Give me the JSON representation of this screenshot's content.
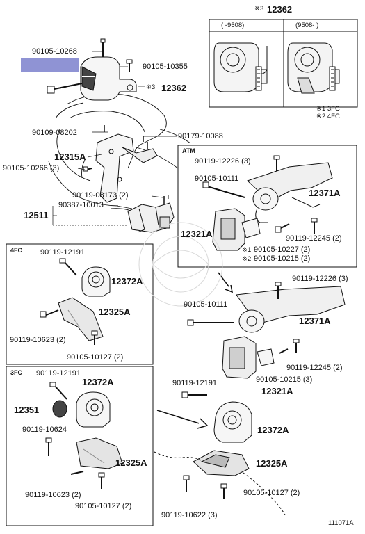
{
  "colors": {
    "highlight": "#8f93d4",
    "line": "#111111"
  },
  "inset": {
    "title_mark": "※3",
    "title_part": "12362",
    "col1": "(    -9508)",
    "col2": "(9508-      )"
  },
  "legend": {
    "line1": "※1 3FC",
    "line2": "※2 4FC"
  },
  "sections": {
    "atm": "ATM",
    "fc4": "4FC",
    "fc3": "3FC"
  },
  "labels": {
    "p90105_10268": "90105-10268",
    "p90105_10355": "90105-10355",
    "p12362_mark": "※3",
    "p12362": "12362",
    "p90109_08202": "90109-08202",
    "p90179_10088": "90179-10088",
    "p12315A": "12315A",
    "p90105_10266": "90105-10266 (3)",
    "p90119_08173": "90119-08173 (2)",
    "p90387_10013": "90387-10013",
    "p12511": "12511",
    "atm_90119_12226": "90119-12226 (3)",
    "atm_90105_10111": "90105-10111",
    "atm_12371A": "12371A",
    "atm_12321A": "12321A",
    "atm_90119_12245": "90119-12245 (2)",
    "atm_90105_10227": "90105-10227 (2)",
    "atm_90105_10215": "90105-10215 (2)",
    "atm_mark1": "※1",
    "atm_mark2": "※2",
    "fc4_90119_12191": "90119-12191",
    "fc4_12372A": "12372A",
    "fc4_12325A": "12325A",
    "fc4_90119_10623": "90119-10623 (2)",
    "fc4_90105_10127": "90105-10127 (2)",
    "fc3_90119_12191": "90119-12191",
    "fc3_12372A": "12372A",
    "fc3_12351": "12351",
    "fc3_90119_10624": "90119-10624",
    "fc3_12325A": "12325A",
    "fc3_90119_10623": "90119-10623 (2)",
    "fc3_90105_10127": "90105-10127 (2)",
    "r_90119_12226": "90119-12226 (3)",
    "r_90105_10111": "90105-10111",
    "r_12371A": "12371A",
    "r_90119_12245": "90119-12245 (2)",
    "r_90105_10215": "90105-10215 (3)",
    "r_12321A": "12321A",
    "r_90119_12191": "90119-12191",
    "r_12372A": "12372A",
    "r_12325A": "12325A",
    "r_90105_10127": "90105-10127 (2)",
    "r_90119_10622": "90119-10622 (3)",
    "diagram_code": "111071A"
  }
}
